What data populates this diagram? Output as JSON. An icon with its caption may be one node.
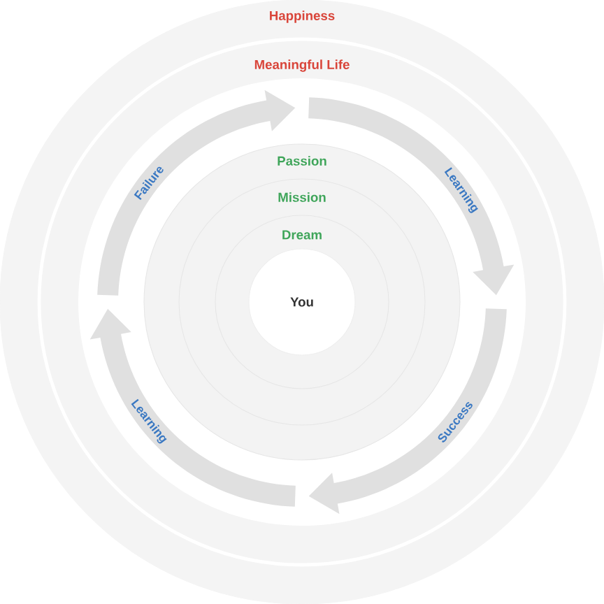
{
  "diagram": {
    "nodes": [
      {
        "text": [
          "Happiness"
        ]
      },
      {
        "text": [
          "Meaningful Life"
        ],
        "in": 0
      },
      {
        "text": [
          "Failure"
        ],
        "in": 1
      },
      {
        "text": [
          "Learning"
        ],
        "in": 1
      },
      {
        "text": [
          "Success"
        ],
        "in": 1
      },
      {
        "text": [
          "Learning"
        ],
        "in": 1
      },
      {
        "text": [
          "Passion"
        ],
        "in": 1
      },
      {
        "text": [
          "Mission"
        ],
        "in": 6
      },
      {
        "text": [
          "Dream"
        ],
        "in": 7
      },
      {
        "text": [
          "You"
        ],
        "in": 8
      }
    ]
  }
}
